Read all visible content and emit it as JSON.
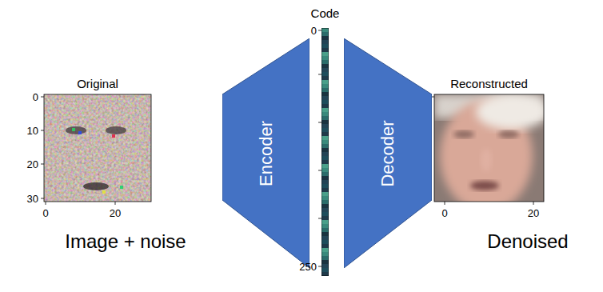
{
  "diagram": {
    "nodes": [
      {
        "text": [
          "Original"
        ]
      },
      {
        "text": [
          "Encoder"
        ]
      },
      {
        "text": [
          "Code"
        ]
      },
      {
        "text": [
          "Decoder"
        ]
      },
      {
        "text": [
          "Reconstructed"
        ]
      }
    ],
    "labels": [
      "0",
      "10",
      "20",
      "30",
      "0",
      "20",
      "Image + noise",
      "0",
      "250",
      "0",
      "20",
      "Denoised"
    ]
  }
}
